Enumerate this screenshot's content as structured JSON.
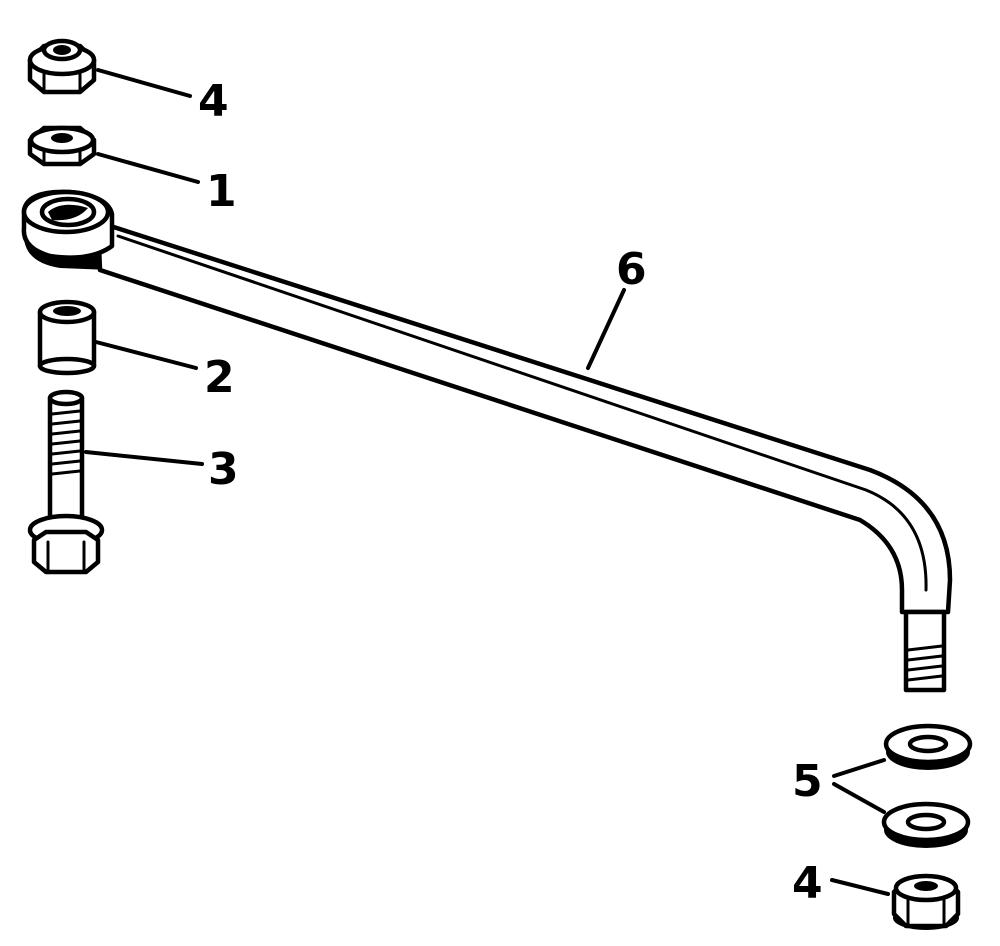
{
  "diagram": {
    "callouts": {
      "nut_top": "4",
      "nut_second": "1",
      "spacer": "2",
      "bolt": "3",
      "link_rod": "6",
      "washers": "5",
      "nut_bottom": "4"
    }
  }
}
